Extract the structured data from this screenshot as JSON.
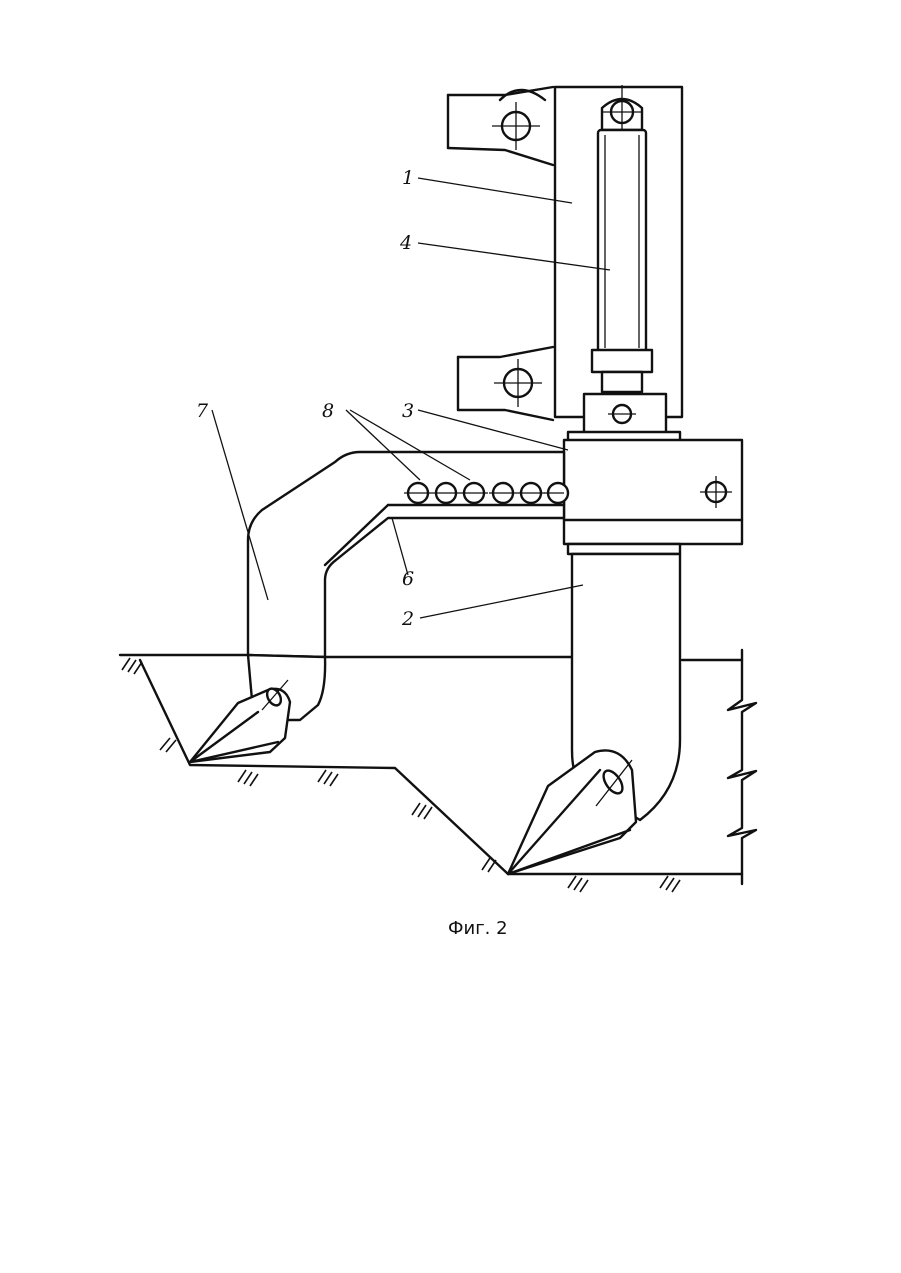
{
  "figure": {
    "caption": "Фиг. 2",
    "labels": {
      "frame": "1",
      "tooth": "2",
      "carriage": "3",
      "cylinder": "4",
      "extension_arm": "6",
      "extra_tooth": "7",
      "holes": "8"
    }
  }
}
